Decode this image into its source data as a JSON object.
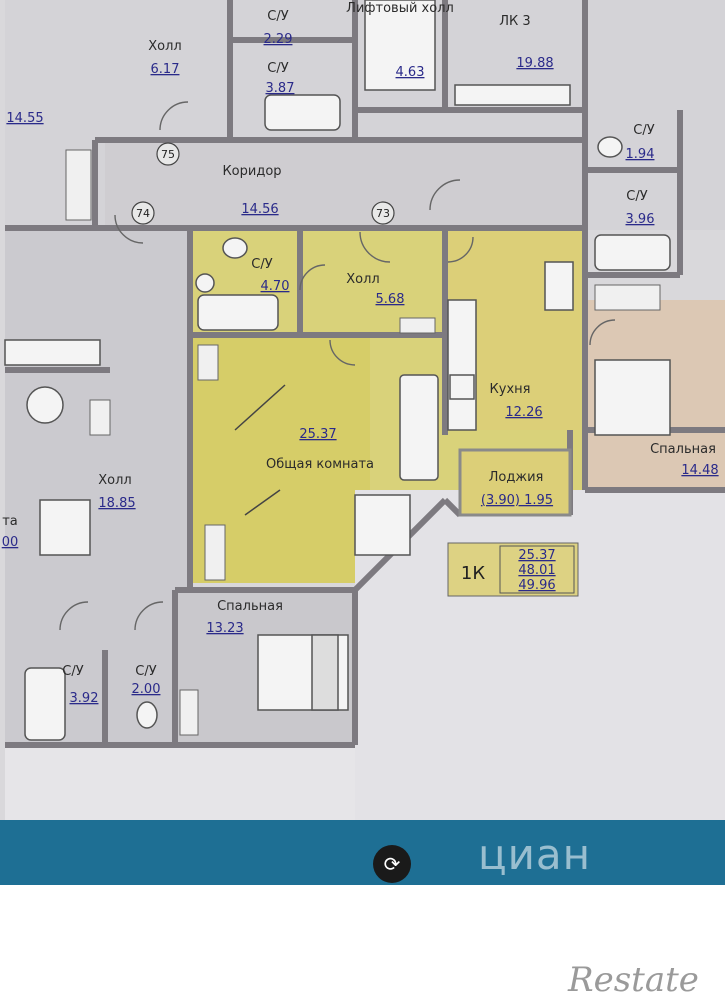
{
  "rooms": [
    {
      "id": "hall-top",
      "name": "Холл",
      "area": "6.17"
    },
    {
      "id": "su-top-1",
      "name": "С/У",
      "area": "2.29"
    },
    {
      "id": "su-top-2",
      "name": "С/У",
      "area": "3.87"
    },
    {
      "id": "lift-hall",
      "name": "Лифтовый холл",
      "area": "4.63"
    },
    {
      "id": "lk3",
      "name": "ЛК 3",
      "area": "19.88"
    },
    {
      "id": "left-edge",
      "name": "",
      "area": "14.55"
    },
    {
      "id": "corridor",
      "name": "Коридор",
      "area": "14.56"
    },
    {
      "id": "su-right-1",
      "name": "С/У",
      "area": "1.94"
    },
    {
      "id": "su-right-2",
      "name": "С/У",
      "area": "3.96"
    },
    {
      "id": "su-main",
      "name": "С/У",
      "area": "4.70"
    },
    {
      "id": "hall-main",
      "name": "Холл",
      "area": "5.68"
    },
    {
      "id": "kitchen",
      "name": "Кухня",
      "area": "12.26"
    },
    {
      "id": "living",
      "name": "Общая комната",
      "area": "25.37"
    },
    {
      "id": "loggia",
      "name": "Лоджия",
      "area": "(3.90) 1.95"
    },
    {
      "id": "bedroom-right",
      "name": "Спальная",
      "area": "14.48"
    },
    {
      "id": "hall-left",
      "name": "Холл",
      "area": "18.85"
    },
    {
      "id": "left-partial",
      "name": "та",
      "area": "00"
    },
    {
      "id": "bedroom-main",
      "name": "Спальная",
      "area": "13.23"
    },
    {
      "id": "su-left-1",
      "name": "С/У",
      "area": "3.92"
    },
    {
      "id": "su-left-2",
      "name": "С/У",
      "area": "2.00"
    }
  ],
  "markers": [
    "75",
    "74",
    "73"
  ],
  "summary": {
    "type": "1К",
    "values": [
      "25.37",
      "48.01",
      "49.96"
    ]
  },
  "watermark": {
    "brand": "циан",
    "site": "Restate"
  }
}
